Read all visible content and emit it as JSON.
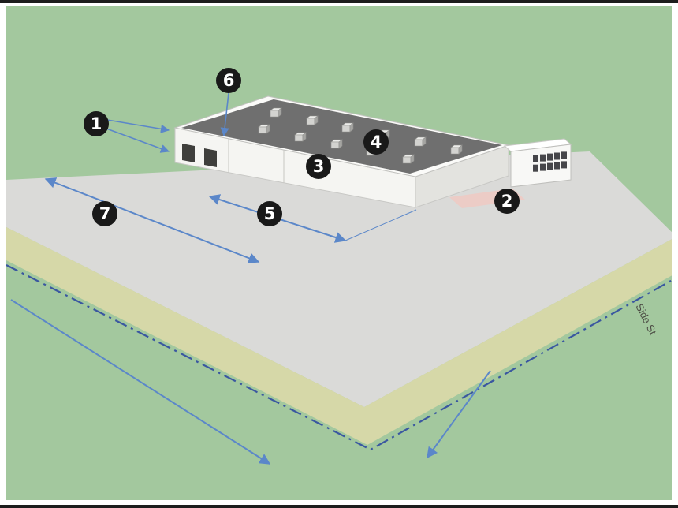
{
  "diagram": {
    "street_label": "Side St",
    "callouts": [
      {
        "label": "1"
      },
      {
        "label": "2"
      },
      {
        "label": "3"
      },
      {
        "label": "4"
      },
      {
        "label": "5"
      },
      {
        "label": "6"
      },
      {
        "label": "7"
      }
    ]
  },
  "colors": {
    "grass": "#a3c89e",
    "pavement": "#dadad8",
    "buffer": "#d6d8a8",
    "roof": "#6f6f6f",
    "dimension_blue": "#5b87c9",
    "property_line": "#3a57a0",
    "badge": "#191919",
    "entry_paving": "#eec9c3"
  }
}
